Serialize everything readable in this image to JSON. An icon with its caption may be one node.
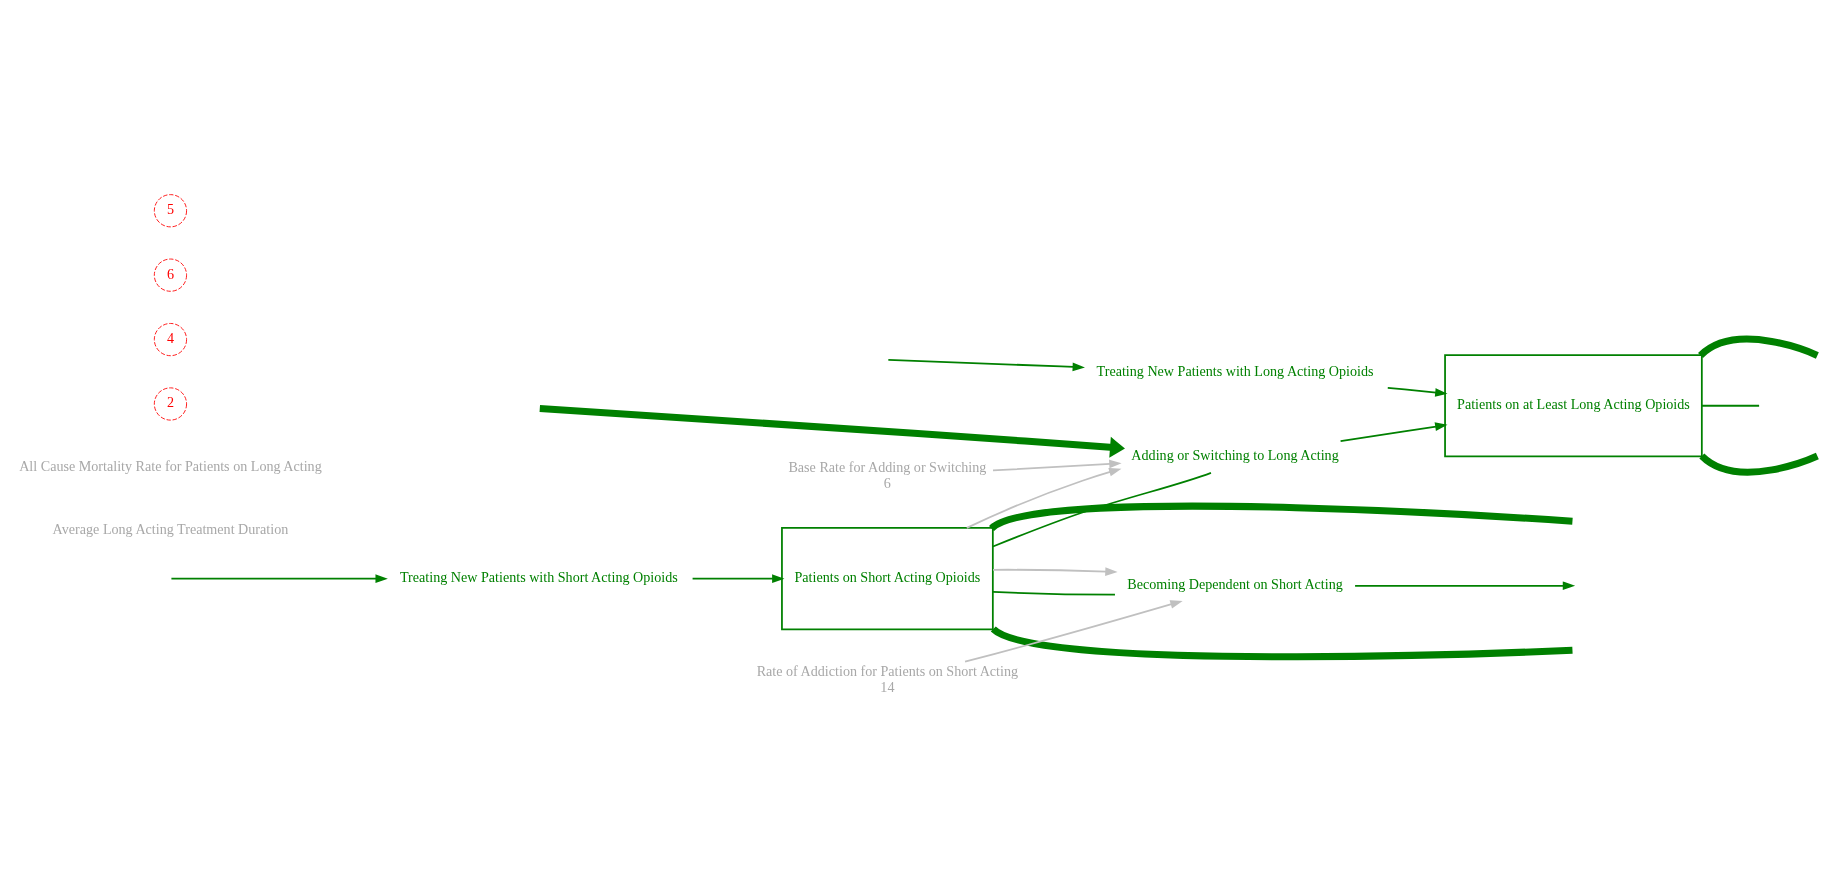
{
  "diagram": {
    "nodes": [
      {
        "text": [
          "Treating New Patients with Long Acting Opioids"
        ]
      },
      {
        "text": [
          "Treating New Patients with Short Acting Opioids"
        ]
      },
      {
        "text": [
          "Patients on Short Acting Opioids"
        ]
      },
      {
        "text": [
          "Adding or Switching to Long Acting"
        ]
      },
      {
        "text": [
          "Patients on at Least Long Acting Opioids"
        ]
      },
      {
        "text": [
          "Becoming Dependent on Short Acting"
        ]
      },
      {
        "text": [
          "Rate of Addiction for Patients on Short Acting",
          "14"
        ]
      },
      {
        "text": [
          "Base Rate for Adding or Switching",
          "6"
        ]
      },
      {
        "text": [
          "Average Long Acting Treatment Duration"
        ]
      },
      {
        "text": [
          "All Cause Mortality Rate for Patients on Long Acting"
        ]
      }
    ],
    "edges": [
      {
        "from": null,
        "to": 0,
        "arrow": "to"
      },
      {
        "from": 0,
        "to": 4,
        "arrow": "to"
      },
      {
        "from": null,
        "to": 1,
        "arrow": "to"
      },
      {
        "from": 1,
        "to": 2,
        "arrow": "to"
      },
      {
        "from": 2,
        "to": 3,
        "arrow": "none"
      },
      {
        "from": 3,
        "to": 4,
        "arrow": "to"
      },
      {
        "from": 2,
        "to": 5,
        "arrow": "none"
      },
      {
        "from": 5,
        "to": null,
        "arrow": "to"
      },
      {
        "from": 6,
        "to": 5,
        "arrow": "to",
        "color": "#c0c0c0"
      },
      {
        "from": 2,
        "to": 5,
        "arrow": "to",
        "color": "#c0c0c0"
      },
      {
        "from": 2,
        "to": 3,
        "arrow": "to",
        "color": "#c0c0c0"
      },
      {
        "from": 7,
        "to": 3,
        "arrow": "to",
        "color": "#c0c0c0"
      },
      {
        "from": 2,
        "to": null,
        "arrow": "none",
        "style": "thick"
      },
      {
        "from": 2,
        "to": null,
        "arrow": "none",
        "style": "thick"
      },
      {
        "from": null,
        "to": 3,
        "arrow": "to",
        "style": "thick"
      },
      {
        "from": 4,
        "to": null,
        "arrow": "none",
        "style": "thick"
      },
      {
        "from": 4,
        "to": null,
        "arrow": "none",
        "style": "thick"
      },
      {
        "from": 4,
        "to": null,
        "arrow": "none"
      }
    ],
    "labels": [
      "2",
      "4",
      "6",
      "5"
    ]
  }
}
